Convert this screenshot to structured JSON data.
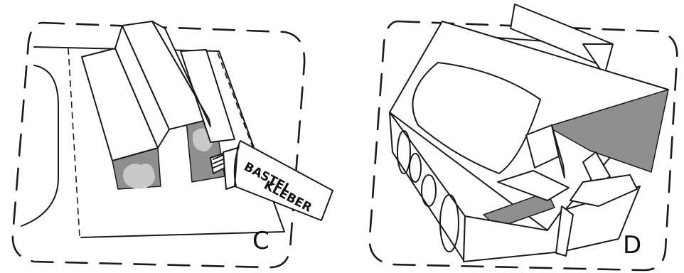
{
  "panels": [
    {
      "step_label": "C",
      "tube_text_line1": "BASTEL",
      "tube_text_line2": "KLEBER"
    },
    {
      "step_label": "D"
    }
  ]
}
